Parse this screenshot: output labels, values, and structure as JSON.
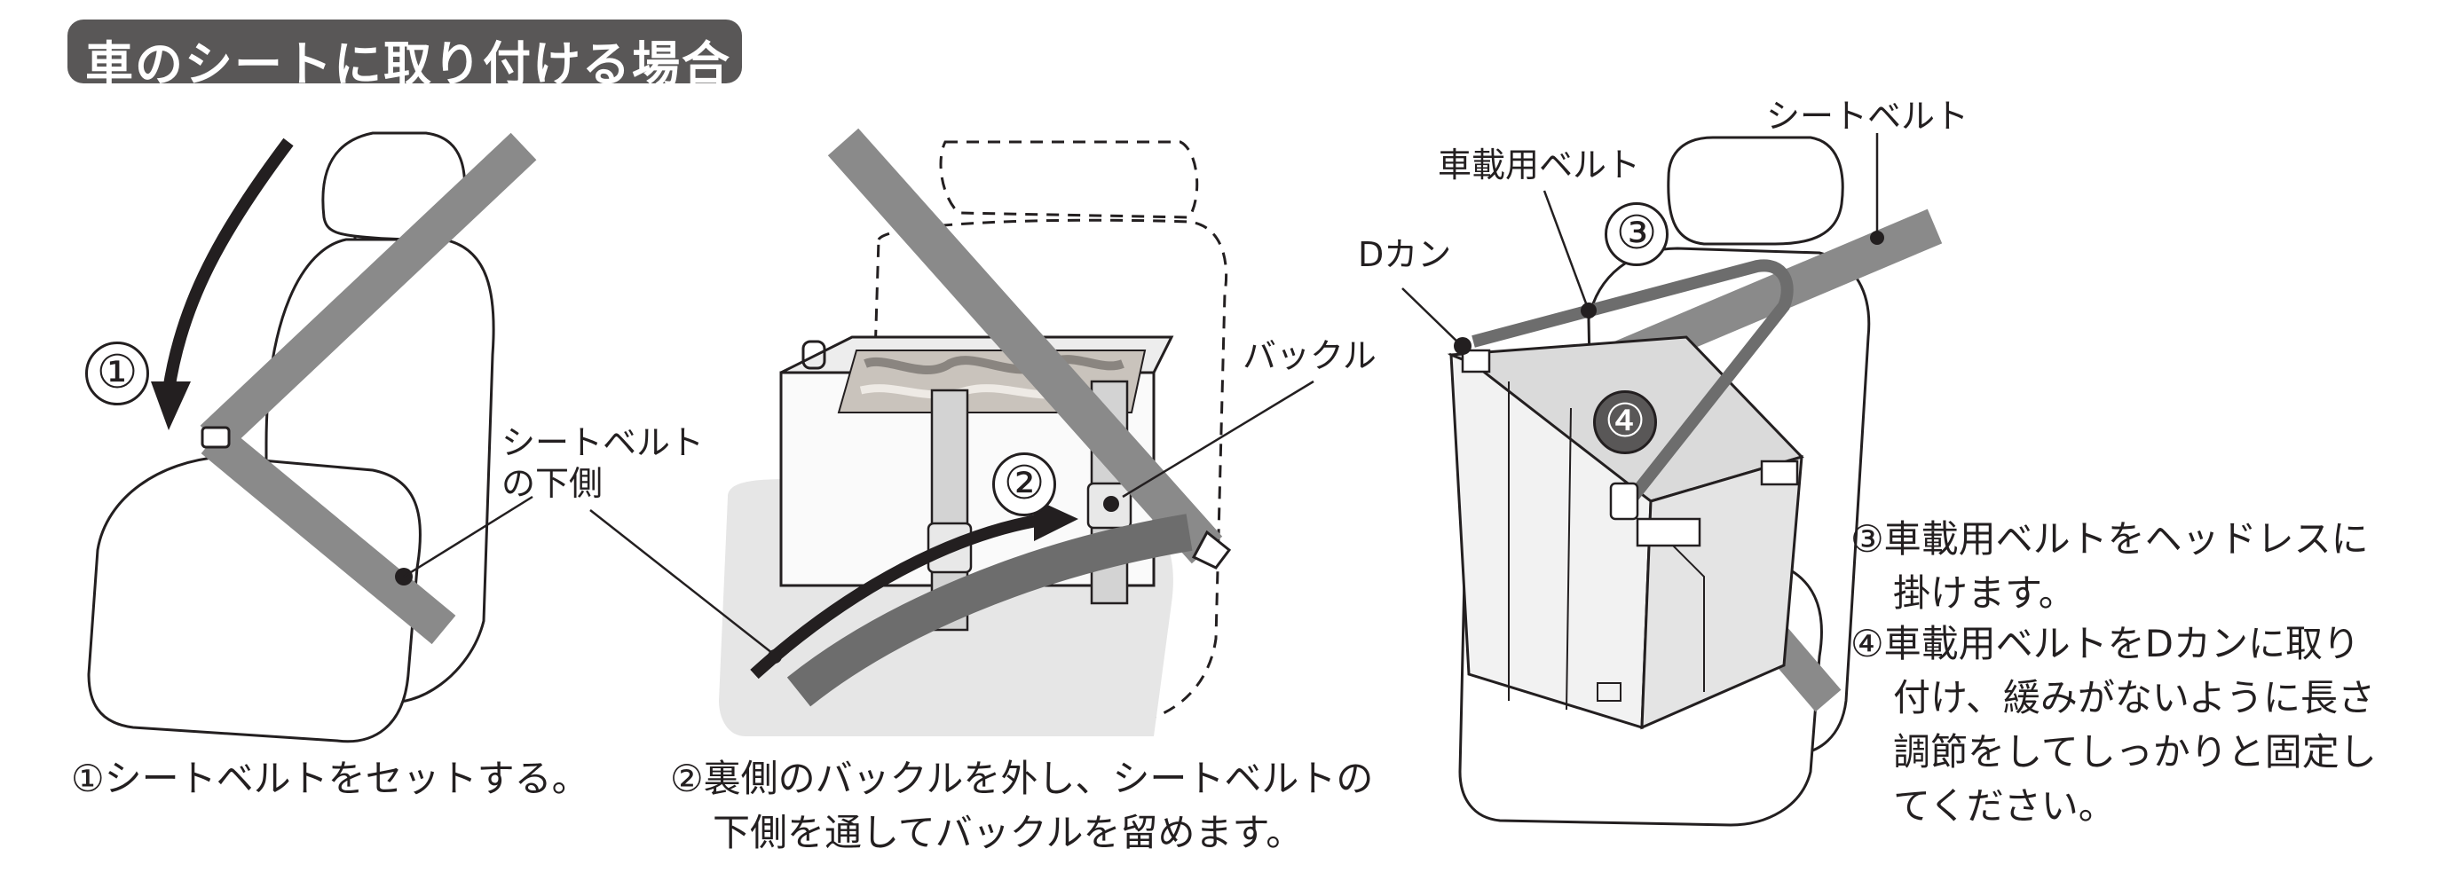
{
  "title": "車のシートに取り付ける場合",
  "steps": [
    {
      "num": "①",
      "caption_lines": [
        "①シートベルトをセットする。"
      ]
    },
    {
      "num": "②",
      "caption_lines": [
        "②裏側のバックルを外し、シートベルトの",
        "下側を通してバックルを留めます。"
      ]
    },
    {
      "num": "③",
      "caption_lines": [
        "③車載用ベルトをヘッドレスに",
        "掛けます。"
      ]
    },
    {
      "num": "④",
      "caption_lines": [
        "④車載用ベルトをDカンに取り",
        "付け、緩みがないように長さ",
        "調節をしてしっかりと固定し",
        "てください。"
      ]
    }
  ],
  "labels": {
    "seatbelt_under": [
      "シートベルト",
      "の下側"
    ],
    "buckle": "バックル",
    "d_ring": "Dカン",
    "car_belt": "車載用ベルト",
    "seatbelt": "シートベルト"
  },
  "colors": {
    "title_bg": "#595757",
    "belt": "#8a8a8a",
    "seat_fill": "#ffffff",
    "shadow": "#dcdcdc",
    "camo": "#c9c3bc",
    "arrow": "#231f20"
  }
}
